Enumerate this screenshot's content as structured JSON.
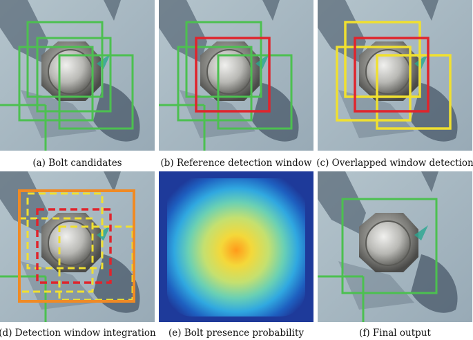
{
  "figure": {
    "panels": [
      {
        "id": "a",
        "caption": "(a) Bolt candidates"
      },
      {
        "id": "b",
        "caption": "(b) Reference detection window"
      },
      {
        "id": "c",
        "caption": "(c) Overlapped window detection"
      },
      {
        "id": "d",
        "caption": "(d) Detection window integration"
      },
      {
        "id": "e",
        "caption": "(e) Bolt presence probability"
      },
      {
        "id": "f",
        "caption": "(f) Final output"
      }
    ],
    "colors": {
      "steel_background": "#a7b8c2",
      "shadow": "#3c4c5c",
      "candidate_box": "#4cc050",
      "reference_box": "#e0242c",
      "overlap_box": "#f0e030",
      "integration_box": "#f08a24",
      "heatmap_low": "#1e3a9a",
      "heatmap_high": "#ff9a1a"
    }
  }
}
